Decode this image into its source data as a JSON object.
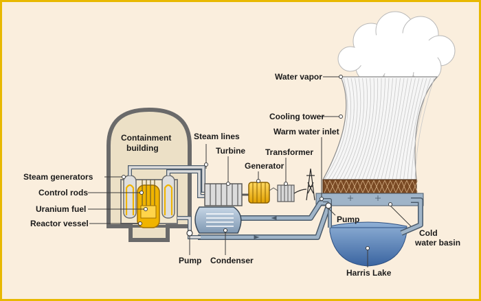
{
  "labels": {
    "containment_line1": "Containment",
    "containment_line2": "building",
    "steam_generators": "Steam generators",
    "control_rods": "Control rods",
    "uranium_fuel": "Uranium fuel",
    "reactor_vessel": "Reactor vessel",
    "steam_lines": "Steam lines",
    "turbine": "Turbine",
    "generator": "Generator",
    "transformer": "Transformer",
    "warm_water_inlet": "Warm water inlet",
    "cooling_tower": "Cooling tower",
    "water_vapor": "Water vapor",
    "pump_left": "Pump",
    "condenser": "Condenser",
    "pump_right": "Pump",
    "cold_line1": "Cold",
    "cold_line2": "water basin",
    "harris_lake": "Harris Lake"
  },
  "colors": {
    "border": "#e8b800",
    "background": "#faeedd",
    "building": "#ece0c6",
    "building_outline": "#6a6a6a",
    "pipe": "#9fb4c8",
    "pipe_outline": "#4a5a6a",
    "fuel": "#f0b400",
    "lake": "#5a82b4",
    "tower": "#f6f6f6",
    "cloud": "#ffffff"
  }
}
